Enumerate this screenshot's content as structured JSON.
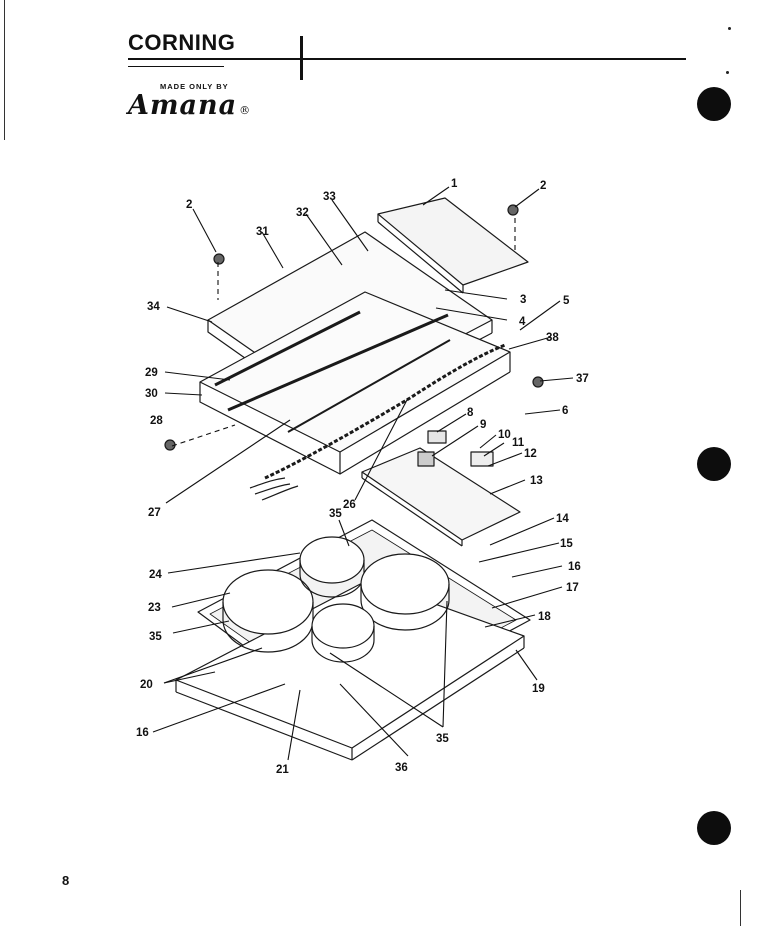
{
  "header": {
    "brand_name": "CORNING",
    "brand_tagline": "MADE ONLY BY",
    "maker_logo": "Amana",
    "registered_mark": "®"
  },
  "page": {
    "number": "8"
  },
  "diagram": {
    "callouts": [
      {
        "id": "c1",
        "text": "1"
      },
      {
        "id": "c2a",
        "text": "2"
      },
      {
        "id": "c2b",
        "text": "2"
      },
      {
        "id": "c3",
        "text": "3"
      },
      {
        "id": "c4",
        "text": "4"
      },
      {
        "id": "c5",
        "text": "5"
      },
      {
        "id": "c6",
        "text": "6"
      },
      {
        "id": "c8",
        "text": "8"
      },
      {
        "id": "c9",
        "text": "9"
      },
      {
        "id": "c10",
        "text": "10"
      },
      {
        "id": "c11",
        "text": "11"
      },
      {
        "id": "c12",
        "text": "12"
      },
      {
        "id": "c13",
        "text": "13"
      },
      {
        "id": "c14",
        "text": "14"
      },
      {
        "id": "c15",
        "text": "15"
      },
      {
        "id": "c16a",
        "text": "16"
      },
      {
        "id": "c16b",
        "text": "16"
      },
      {
        "id": "c17",
        "text": "17"
      },
      {
        "id": "c18",
        "text": "18"
      },
      {
        "id": "c19",
        "text": "19"
      },
      {
        "id": "c20",
        "text": "20"
      },
      {
        "id": "c21",
        "text": "21"
      },
      {
        "id": "c23",
        "text": "23"
      },
      {
        "id": "c24",
        "text": "24"
      },
      {
        "id": "c26",
        "text": "26"
      },
      {
        "id": "c27",
        "text": "27"
      },
      {
        "id": "c28",
        "text": "28"
      },
      {
        "id": "c29",
        "text": "29"
      },
      {
        "id": "c30",
        "text": "30"
      },
      {
        "id": "c31",
        "text": "31"
      },
      {
        "id": "c32",
        "text": "32"
      },
      {
        "id": "c33",
        "text": "33"
      },
      {
        "id": "c34",
        "text": "34"
      },
      {
        "id": "c35a",
        "text": "35"
      },
      {
        "id": "c35b",
        "text": "35"
      },
      {
        "id": "c35c",
        "text": "35"
      },
      {
        "id": "c36",
        "text": "36"
      },
      {
        "id": "c37",
        "text": "37"
      },
      {
        "id": "c38",
        "text": "38"
      }
    ]
  }
}
